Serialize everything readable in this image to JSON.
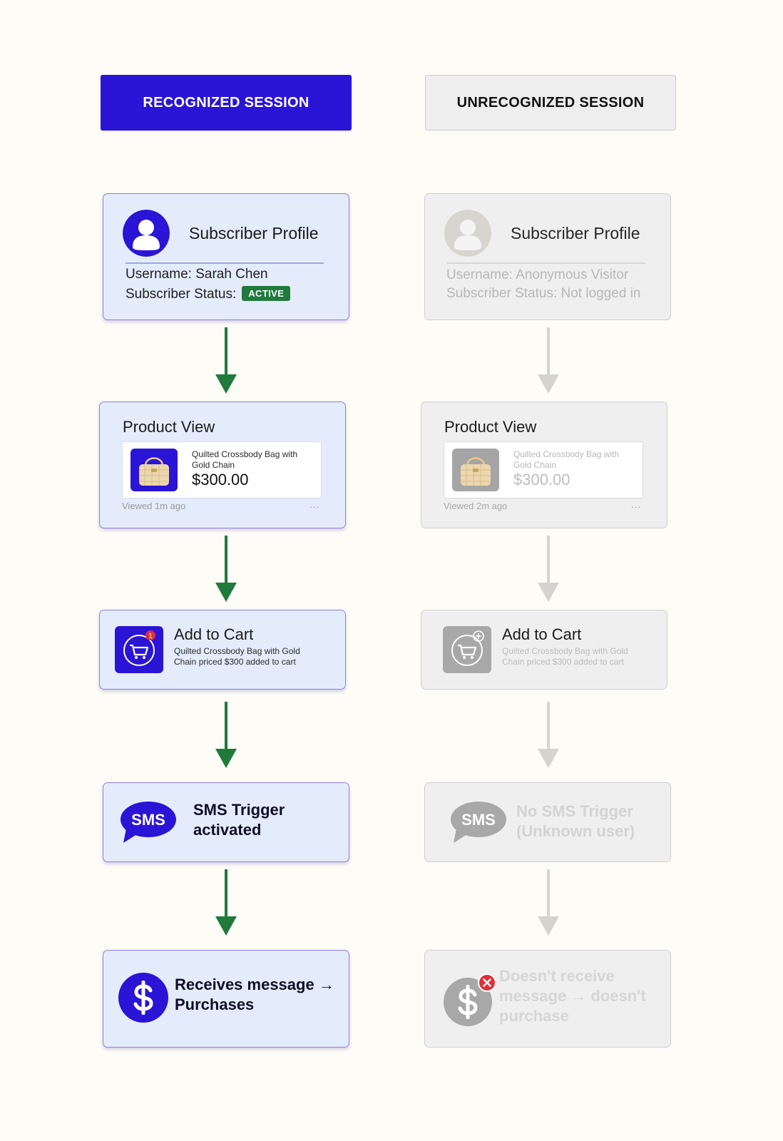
{
  "headers": {
    "recognized": "RECOGNIZED SESSION",
    "unrecognized": "UNRECOGNIZED SESSION"
  },
  "colors": {
    "recognized_header": "#2a14d6",
    "recognized_card": "#e4ecfb",
    "recognized_border": "#8c7fe6",
    "arrow_green": "#1f7a3c",
    "arrow_grey": "#d5d3cf",
    "unrecognized_card": "#efefef",
    "active_badge": "#1f7a3c",
    "error_red": "#e0303a"
  },
  "recognized": {
    "profile": {
      "title": "Subscriber Profile",
      "username_line": "Username: Sarah Chen",
      "status_label": "Subscriber Status:",
      "status_badge": "ACTIVE",
      "icon": "user-avatar-icon"
    },
    "product_view": {
      "title": "Product View",
      "product_name": "Quilted Crossbody Bag with Gold Chain",
      "price": "$300.00",
      "viewed": "Viewed 1m ago",
      "more": "...",
      "icon": "handbag-icon"
    },
    "add_to_cart": {
      "title": "Add to Cart",
      "description": "Quilted Crossbody Bag with Gold Chain priced $300 added to cart",
      "cart_count": "1",
      "icon": "cart-icon"
    },
    "sms": {
      "icon_text": "SMS",
      "title": "SMS Trigger activated"
    },
    "purchase": {
      "title": "Receives message → Purchases",
      "icon": "dollar-icon"
    }
  },
  "unrecognized": {
    "profile": {
      "title": "Subscriber Profile",
      "username_line": "Username: Anonymous Visitor",
      "status_line": "Subscriber Status: Not logged in",
      "icon": "user-avatar-icon"
    },
    "product_view": {
      "title": "Product View",
      "product_name": "Quilted Crossbody Bag with Gold Chain",
      "price": "$300.00",
      "viewed": "Viewed 2m ago",
      "more": "...",
      "icon": "handbag-icon"
    },
    "add_to_cart": {
      "title": "Add to Cart",
      "description": "Quilted Crossbody Bag with Gold Chain priced $300 added to cart",
      "icon": "cart-add-icon"
    },
    "sms": {
      "icon_text": "SMS",
      "title": "No SMS Trigger (Unknown user)"
    },
    "purchase": {
      "title": "Doesn't receive message → doesn't purchase",
      "icon": "dollar-icon",
      "error_icon": "x-mark-icon"
    }
  }
}
